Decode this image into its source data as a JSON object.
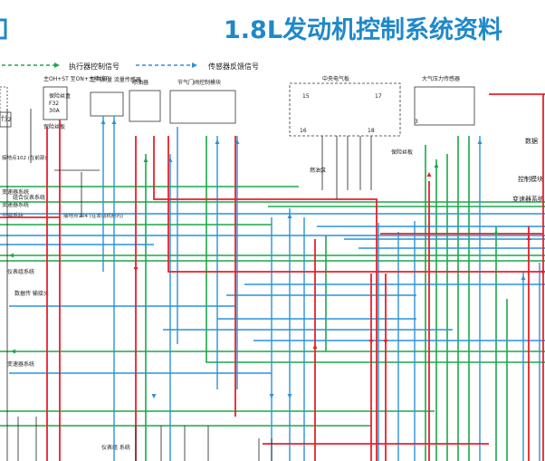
{
  "header": {
    "title": "1.8L发动机控制系统资料"
  },
  "legend": {
    "exec_label": "执行器控制信号",
    "sensor_label": "传感器反馈信号"
  },
  "components": {
    "fuse_label": "主OH+ST\n至ON+主接线T",
    "fuse_a": "保险丝盒",
    "fuse_code": "F32",
    "fuse_amp": "30A",
    "t32": "T32",
    "protect_left": "保险丝板",
    "airflow": "空气质量\n流量传感器",
    "injector": "喷油器",
    "throttle": "节气门阀控制模块",
    "central": "中央电气板",
    "baro": "大气压力传感器",
    "ground_left": "接地点102\n(在前部)",
    "ground_mid": "接地点104\n(在发动机舱内)",
    "protect_mid": "保险丝板",
    "fuelpump": "燃油泵",
    "num_16": "16",
    "num_18": "18",
    "num_15": "15",
    "num_17": "17",
    "num_3": "3"
  },
  "systems": {
    "trans": "变速器系统",
    "instr_combo": "组合仪表系统",
    "trans2": "变速器系统",
    "ac": "空调系统",
    "instr": "仪表组系统",
    "diag": "数据传\n输接头",
    "trans3": "变速器系统",
    "instr_bottom": "仪表组\n系统",
    "right_data": "数据",
    "right_ctrl": "控制模块",
    "right_trans": "变速器系统"
  },
  "colors": {
    "red": "#e8212b",
    "blue": "#2a93d5",
    "green": "#1aa84a",
    "black": "#222222",
    "title": "#1f88c9"
  }
}
